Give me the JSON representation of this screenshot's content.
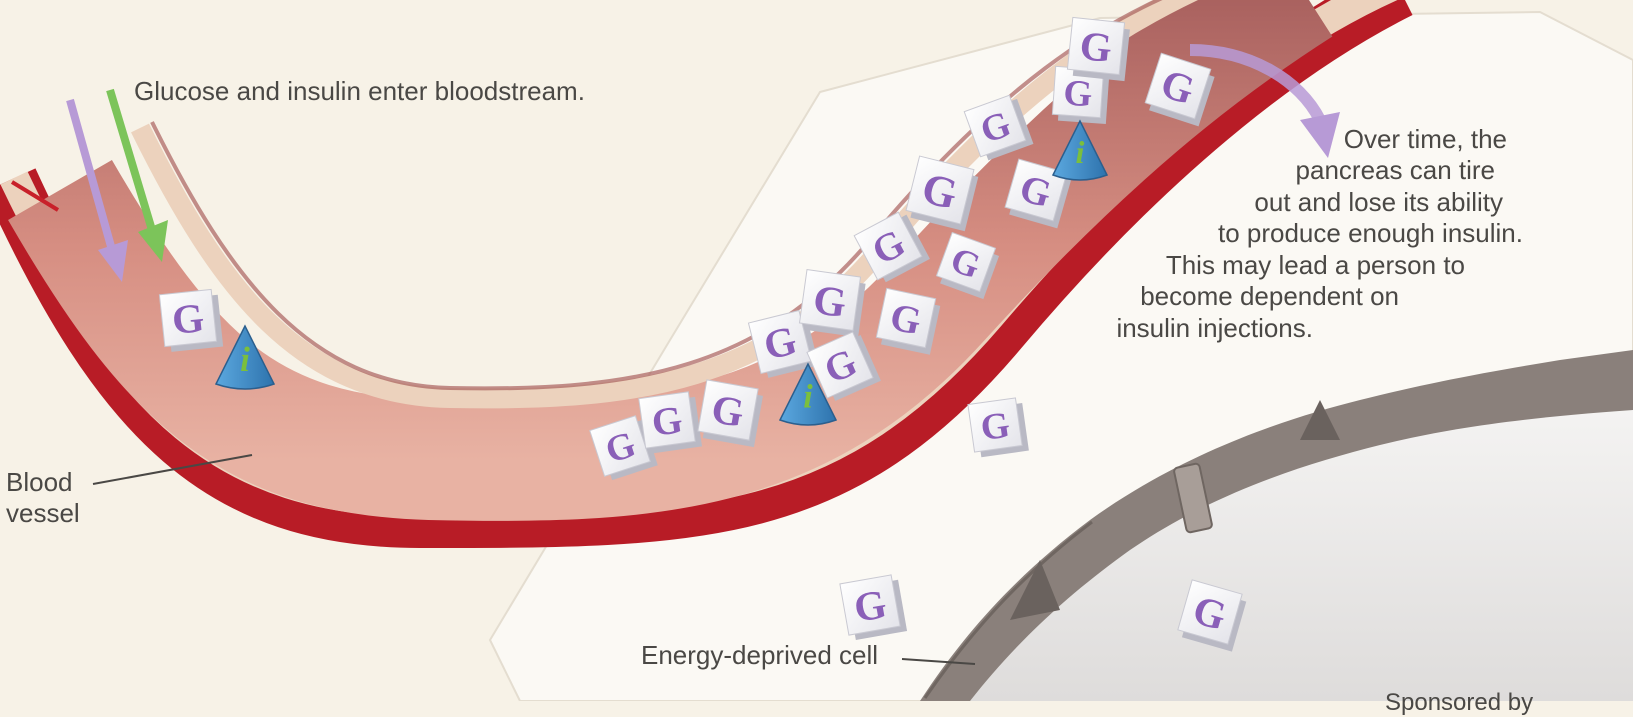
{
  "captions": {
    "top": "Glucose and insulin enter bloodstream.",
    "blood_vessel": [
      "Blood",
      "vessel"
    ],
    "pancreas": [
      "Over time, the",
      "pancreas can tire",
      "out and lose its ability",
      "to produce enough insulin.",
      "This may lead a person to",
      "become dependent on",
      "insulin injections."
    ],
    "cell": "Energy-deprived cell",
    "bottom_partial": "Sponsored by"
  },
  "glucose_letter": "G",
  "insulin_letter": "i",
  "colors": {
    "background": "#f7f2e7",
    "page_panel": "#fbf9f4",
    "vessel_outer": "#c8202a",
    "vessel_band": "#ecd2bd",
    "vessel_lumen": "#c97e75",
    "cell_membrane": "#8a807b",
    "cell_interior": "#ebe9e8",
    "glucose": "#8a5fb8",
    "insulin_cone": "#3f8fcc",
    "insulin_letter": "#7bbf3c",
    "arrow_purple": "#b79ad6",
    "arrow_green": "#7cc45a",
    "text": "#4a4845"
  },
  "icons": [
    "glucose-cube-icon",
    "insulin-cone-icon",
    "arrow-down-icon"
  ]
}
